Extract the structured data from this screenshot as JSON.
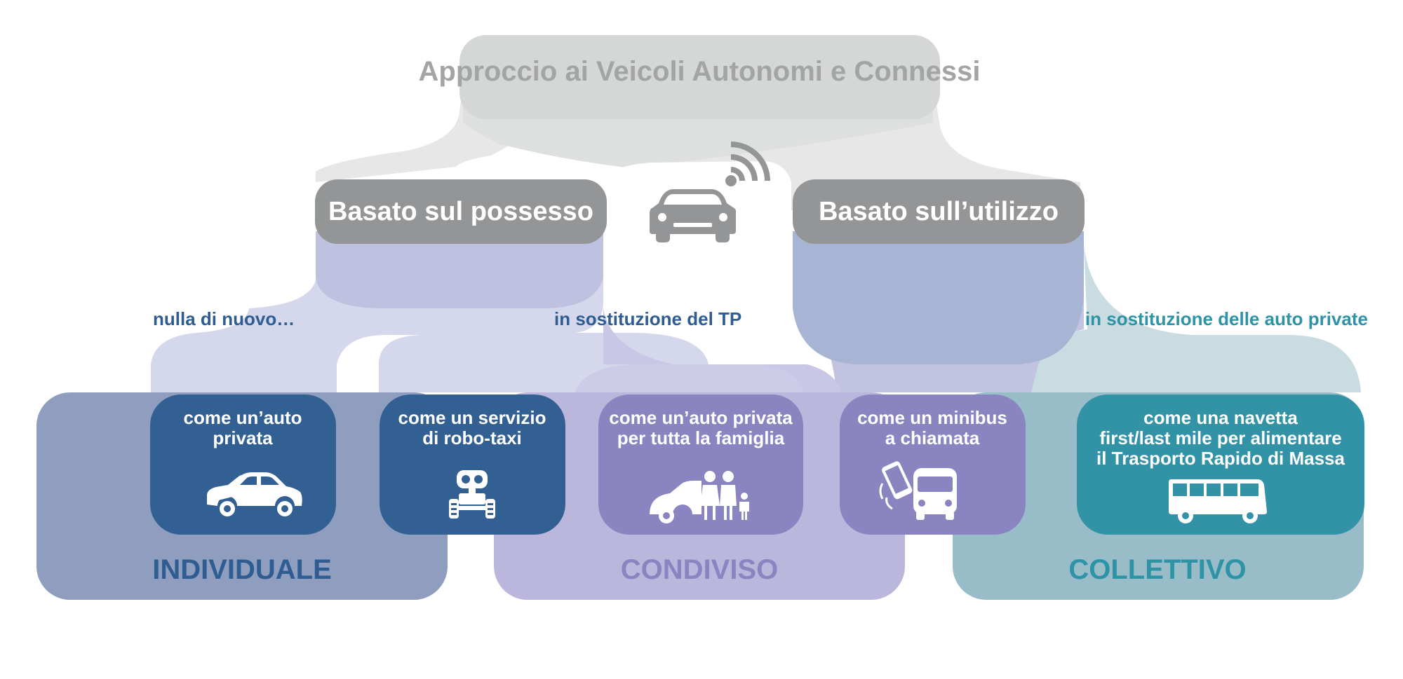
{
  "title": "Approccio ai Veicoli Autonomi e Connessi",
  "approaches": {
    "ownership": "Basato sul possesso",
    "usage": "Basato sull’utilizzo"
  },
  "annotations": {
    "nothing_new": "nulla di nuovo…",
    "replace_pt": "in sostituzione del TP",
    "replace_cars": "in sostituzione delle auto private"
  },
  "groups": {
    "individual": "INDIVIDUALE",
    "shared": "CONDIVISO",
    "collective": "COLLETTIVO"
  },
  "cards": [
    {
      "lines": [
        "come un’auto",
        "privata"
      ],
      "icon": "sedan-icon"
    },
    {
      "lines": [
        "come un servizio",
        "di robo-taxi"
      ],
      "icon": "robot-icon"
    },
    {
      "lines": [
        "come un’auto privata",
        "per tutta la famiglia"
      ],
      "icon": "family-car-icon"
    },
    {
      "lines": [
        "come un minibus",
        "a chiamata"
      ],
      "icon": "phone-minibus-icon"
    },
    {
      "lines": [
        "come una navetta",
        "first/last mile per alimentare",
        "il Trasporto Rapido di Massa"
      ],
      "icon": "bus-icon"
    }
  ],
  "center_icon": "connected-car-icon",
  "colors": {
    "grey_title": "#d5d6d6",
    "grey_flow": "#e7e7e7",
    "grey_box": "#949597",
    "title_text": "#a3a4a6",
    "individual_bg": "#8f9dbf",
    "individual_card": "#326093",
    "individual_text": "#2f5d91",
    "shared_bg": "#bbb7dc",
    "shared_card": "#8a84c0",
    "shared_text": "#8a84c0",
    "collective_bg": "#98bdc8",
    "collective_card": "#3193a5",
    "collective_text": "#2f93a6",
    "flow_light": "#d5d7ec",
    "flow_mid": "#c0c2e0",
    "flow_blue": "#a7b4d4",
    "flow_teal": "#c8dce2"
  }
}
